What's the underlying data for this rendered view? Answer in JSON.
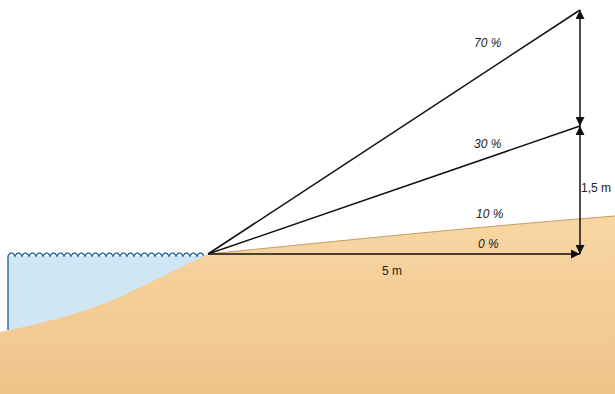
{
  "diagram": {
    "labels": [
      "70 %",
      "30 %",
      "1,5 m",
      "10 %",
      "0 %",
      "5 m"
    ]
  }
}
